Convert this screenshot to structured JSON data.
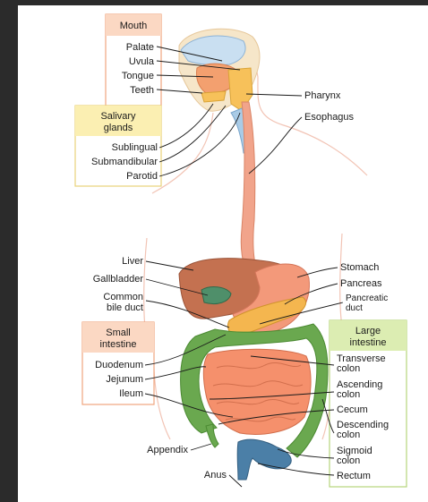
{
  "boxes": {
    "mouth": {
      "header": "Mouth",
      "items": [
        "Palate",
        "Uvula",
        "Tongue",
        "Teeth"
      ]
    },
    "salivary": {
      "header_line1": "Salivary",
      "header_line2": "glands",
      "items": [
        "Sublingual",
        "Submandibular",
        "Parotid"
      ]
    },
    "small_intestine": {
      "header_line1": "Small",
      "header_line2": "intestine",
      "items": [
        "Duodenum",
        "Jejunum",
        "Ileum"
      ]
    },
    "large_intestine": {
      "header_line1": "Large",
      "header_line2": "intestine"
    }
  },
  "labels": {
    "pharynx": "Pharynx",
    "esophagus": "Esophagus",
    "liver": "Liver",
    "gallbladder": "Gallbladder",
    "common_bile_duct_1": "Common",
    "common_bile_duct_2": "bile duct",
    "stomach": "Stomach",
    "pancreas": "Pancreas",
    "pancreatic_duct_1": "Pancreatic",
    "pancreatic_duct_2": "duct",
    "transverse_colon_1": "Transverse",
    "transverse_colon_2": "colon",
    "ascending_colon_1": "Ascending",
    "ascending_colon_2": "colon",
    "cecum": "Cecum",
    "descending_colon_1": "Descending",
    "descending_colon_2": "colon",
    "sigmoid_colon_1": "Sigmoid",
    "sigmoid_colon_2": "colon",
    "rectum": "Rectum",
    "appendix": "Appendix",
    "anus": "Anus"
  },
  "colors": {
    "mouth_header": "#fbd8c3",
    "salivary_header": "#fbefb2",
    "small_header": "#fbd8c3",
    "large_header": "#dcedb2",
    "mouth_border": "#f0a57e",
    "salivary_border": "#e8d37a",
    "large_border": "#b6d47c",
    "liver": "#c47150",
    "stomach": "#f3997a",
    "small_intestine": "#f5906c",
    "large_intestine": "#6aa84f",
    "esophagus": "#f1a48b",
    "body_outline": "#f2c4b5"
  }
}
